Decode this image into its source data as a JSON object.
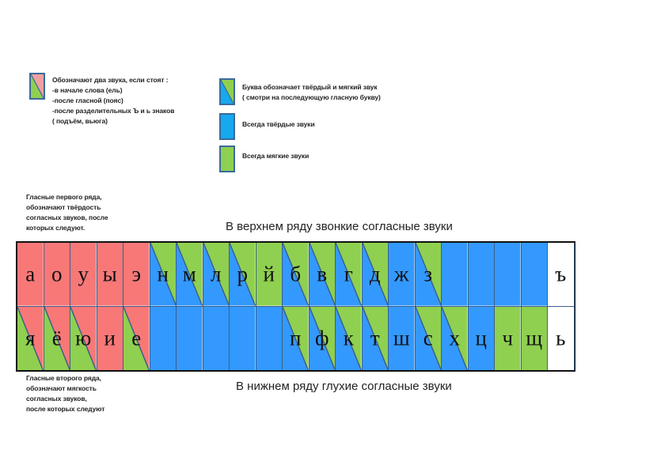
{
  "colors": {
    "pink": "#f87878",
    "green": "#8fd050",
    "blue": "#3399ff",
    "white": "#ffffff",
    "border": "#3d5f88"
  },
  "legend": {
    "two_sounds": {
      "icon": "pink-green-split",
      "text": "Обозначают два звука, если стоят :\n-в начале слова (ель)\n-после гласной (пояс)\n-после разделительных Ъ и ь знаков\n( подъём, вьюга)"
    },
    "hard_soft": {
      "icon": "blue-green-split",
      "text": "Буква обозначает твёрдый и мягкий звук\n( смотри на последующую гласную букву)"
    },
    "always_hard": {
      "icon": "blue-solid",
      "text": "Всегда твёрдые звуки"
    },
    "always_soft": {
      "icon": "green-solid",
      "text": "Всегда мягкие звуки"
    }
  },
  "notes": {
    "first_row_vowels": "Гласные первого ряда,\nобозначают твёрдость\n согласных звуков, после\nкоторых следуют.",
    "second_row_vowels": "Гласные второго ряда,\nобозначают мягкость\nсогласных звуков,\nпосле которых следуют"
  },
  "titles": {
    "top": "В верхнем ряду звонкие согласные звуки",
    "bottom": "В нижнем ряду глухие согласные звуки"
  },
  "grid": {
    "top_row": [
      {
        "letter": "а",
        "type": "pink"
      },
      {
        "letter": "о",
        "type": "pink"
      },
      {
        "letter": "у",
        "type": "pink"
      },
      {
        "letter": "ы",
        "type": "pink"
      },
      {
        "letter": "э",
        "type": "pink"
      },
      {
        "letter": "н",
        "type": "blue-green"
      },
      {
        "letter": "м",
        "type": "blue-green"
      },
      {
        "letter": "л",
        "type": "blue-green"
      },
      {
        "letter": "р",
        "type": "blue-green"
      },
      {
        "letter": "й",
        "type": "green"
      },
      {
        "letter": "б",
        "type": "blue-green"
      },
      {
        "letter": "в",
        "type": "blue-green"
      },
      {
        "letter": "г",
        "type": "blue-green"
      },
      {
        "letter": "д",
        "type": "blue-green"
      },
      {
        "letter": "ж",
        "type": "blue"
      },
      {
        "letter": "з",
        "type": "blue-green"
      },
      {
        "letter": "",
        "type": "blue"
      },
      {
        "letter": "",
        "type": "blue"
      },
      {
        "letter": "",
        "type": "blue"
      },
      {
        "letter": "",
        "type": "blue"
      },
      {
        "letter": "ъ",
        "type": "white"
      }
    ],
    "bottom_row": [
      {
        "letter": "я",
        "type": "pink-green"
      },
      {
        "letter": "ё",
        "type": "pink-green"
      },
      {
        "letter": "ю",
        "type": "pink-green"
      },
      {
        "letter": "и",
        "type": "pink"
      },
      {
        "letter": "е",
        "type": "pink-green"
      },
      {
        "letter": "",
        "type": "blue"
      },
      {
        "letter": "",
        "type": "blue"
      },
      {
        "letter": "",
        "type": "blue"
      },
      {
        "letter": "",
        "type": "blue"
      },
      {
        "letter": "",
        "type": "blue"
      },
      {
        "letter": "п",
        "type": "blue-green"
      },
      {
        "letter": "ф",
        "type": "blue-green"
      },
      {
        "letter": "к",
        "type": "blue-green"
      },
      {
        "letter": "т",
        "type": "blue-green"
      },
      {
        "letter": "ш",
        "type": "blue"
      },
      {
        "letter": "с",
        "type": "blue-green"
      },
      {
        "letter": "х",
        "type": "blue-green"
      },
      {
        "letter": "ц",
        "type": "blue"
      },
      {
        "letter": "ч",
        "type": "green"
      },
      {
        "letter": "щ",
        "type": "green"
      },
      {
        "letter": "ь",
        "type": "white"
      }
    ]
  }
}
